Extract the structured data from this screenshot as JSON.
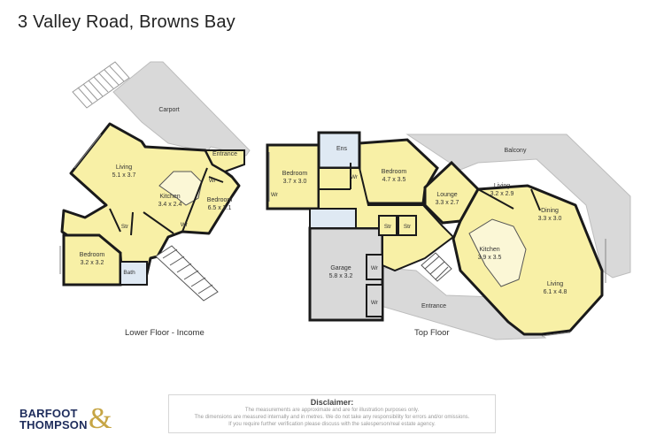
{
  "title": "3 Valley Road, Browns Bay",
  "lower_floor": {
    "label": "Lower Floor - Income",
    "rooms": {
      "carport": "Carport",
      "entrance": "Entrance",
      "living_name": "Living",
      "living_dim": "5.1 x 3.7",
      "kitchen_name": "Kitchen",
      "kitchen_dim": "3.4 x 2.4",
      "bedroom1_name": "Bedroom",
      "bedroom1_dim": "6.5 x 2.1",
      "bedroom2_name": "Bedroom",
      "bedroom2_dim": "3.2 x 3.2",
      "bath": "Bath",
      "str": "Str",
      "wr1": "Wr",
      "wr2": "Wr"
    }
  },
  "top_floor": {
    "label": "Top Floor",
    "rooms": {
      "ens": "Ens",
      "bedroom1_name": "Bedroom",
      "bedroom1_dim": "3.7 x 3.0",
      "bedroom2_name": "Bedroom",
      "bedroom2_dim": "4.7 x 3.5",
      "wr1": "Wr",
      "wr2": "Wr",
      "wr3": "Wr",
      "wr4": "Wr",
      "lounge_name": "Lounge",
      "lounge_dim": "3.3 x 2.7",
      "living_small_name": "Living",
      "living_small_dim": "3.2 x 2.9",
      "dining_name": "Dining",
      "dining_dim": "3.3 x 3.0",
      "kitchen_name": "Kitchen",
      "kitchen_dim": "3.9 x 3.5",
      "living_name": "Living",
      "living_dim": "6.1 x 4.8",
      "garage_name": "Garage",
      "garage_dim": "5.8 x 3.2",
      "str1": "Str",
      "str2": "Str",
      "balcony": "Balcony",
      "entrance": "Entrance"
    }
  },
  "disclaimer": {
    "title": "Disclaimer:",
    "line1": "The measurements are approximate and are for illustration purposes only.",
    "line2": "The dimensions are measured internally and in metres. We do not take any responsibility for errors and/or omissions.",
    "line3": "If you require further verification please discuss with the salesperson/real estate agency."
  },
  "logo": {
    "line1": "BARFOOT",
    "line2": "THOMPSON",
    "amp": "&"
  },
  "colors": {
    "room_fill": "#f8f0a6",
    "outdoor_fill": "#d9d9d9",
    "wall": "#1a1a1a",
    "brand_navy": "#1f2d5c",
    "brand_gold": "#c6a544"
  }
}
